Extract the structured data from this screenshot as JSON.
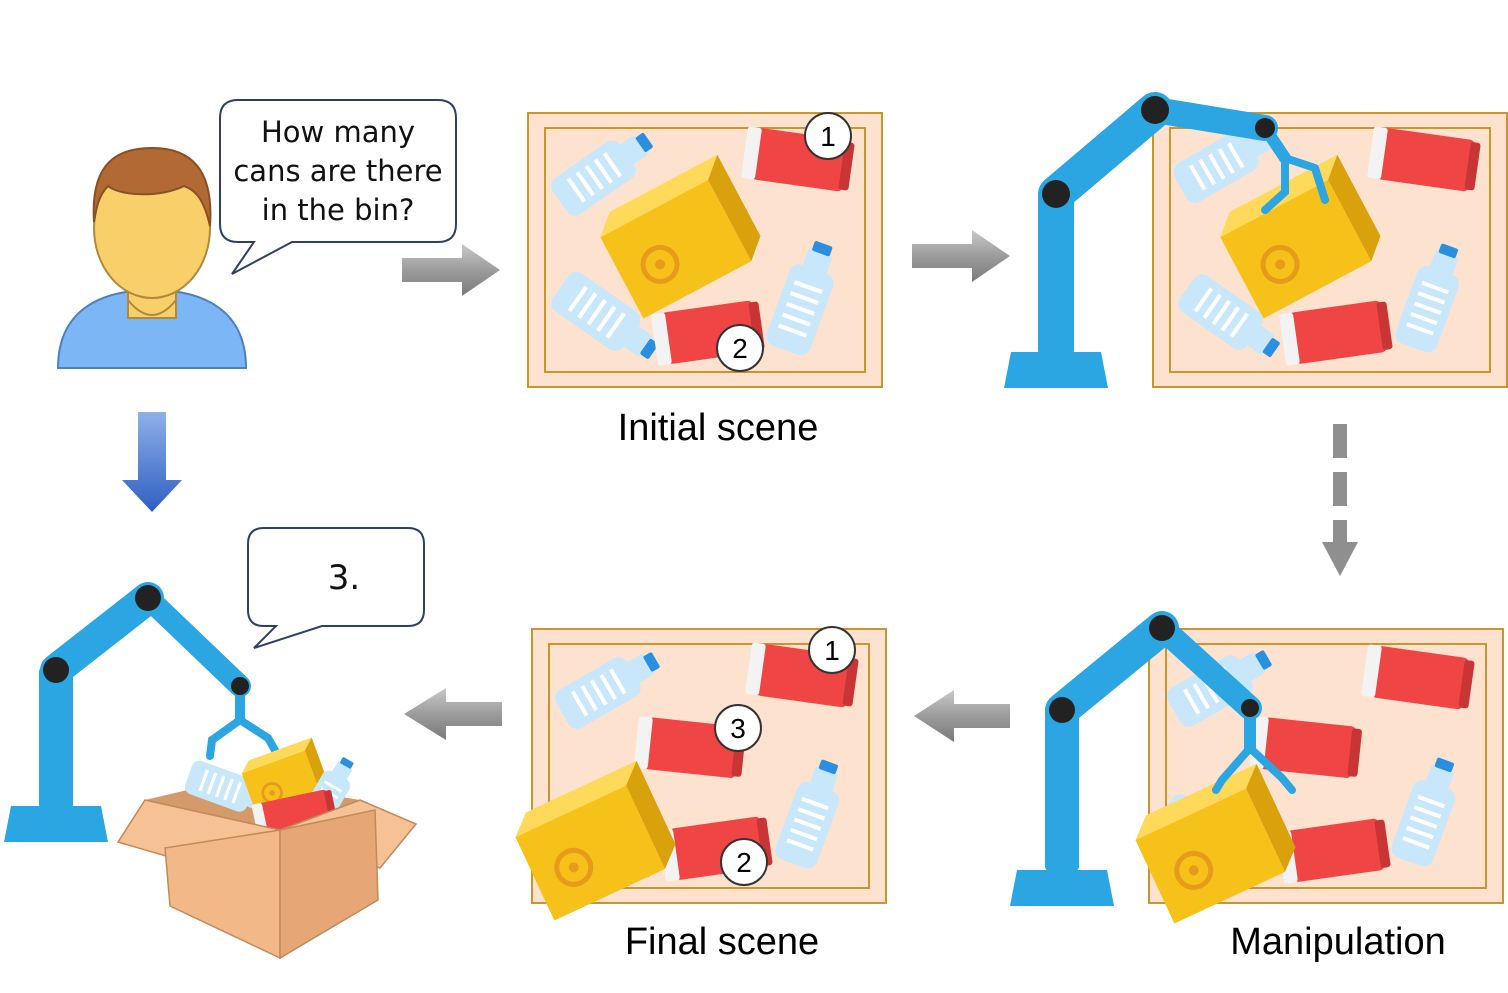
{
  "question": {
    "lines": [
      "How many",
      "cans are there",
      "in the bin?"
    ]
  },
  "answer": {
    "text": "3."
  },
  "captions": {
    "initial": "Initial scene",
    "manipulation": "Manipulation",
    "final": "Final scene"
  },
  "markers": {
    "initial": [
      "1",
      "2"
    ],
    "final": [
      "1",
      "3",
      "2"
    ]
  },
  "colors": {
    "robot": "#2ba6e3",
    "robot_joint": "#222222",
    "bin_fill": "#fde2cf",
    "bin_border": "#c8962c",
    "can_red": "#f04545",
    "can_white": "#f3f3f3",
    "box_yellow": "#f6c21a",
    "bottle": "#bfe3f8",
    "bottle_cap": "#2b8fe0",
    "arrow_gray": "#9a9a9a",
    "arrow_blue": "#3a6fd1",
    "cardboard": "#f6c194",
    "skin": "#f9cf6a",
    "hair": "#b26a35",
    "shirt": "#7db6f4"
  }
}
